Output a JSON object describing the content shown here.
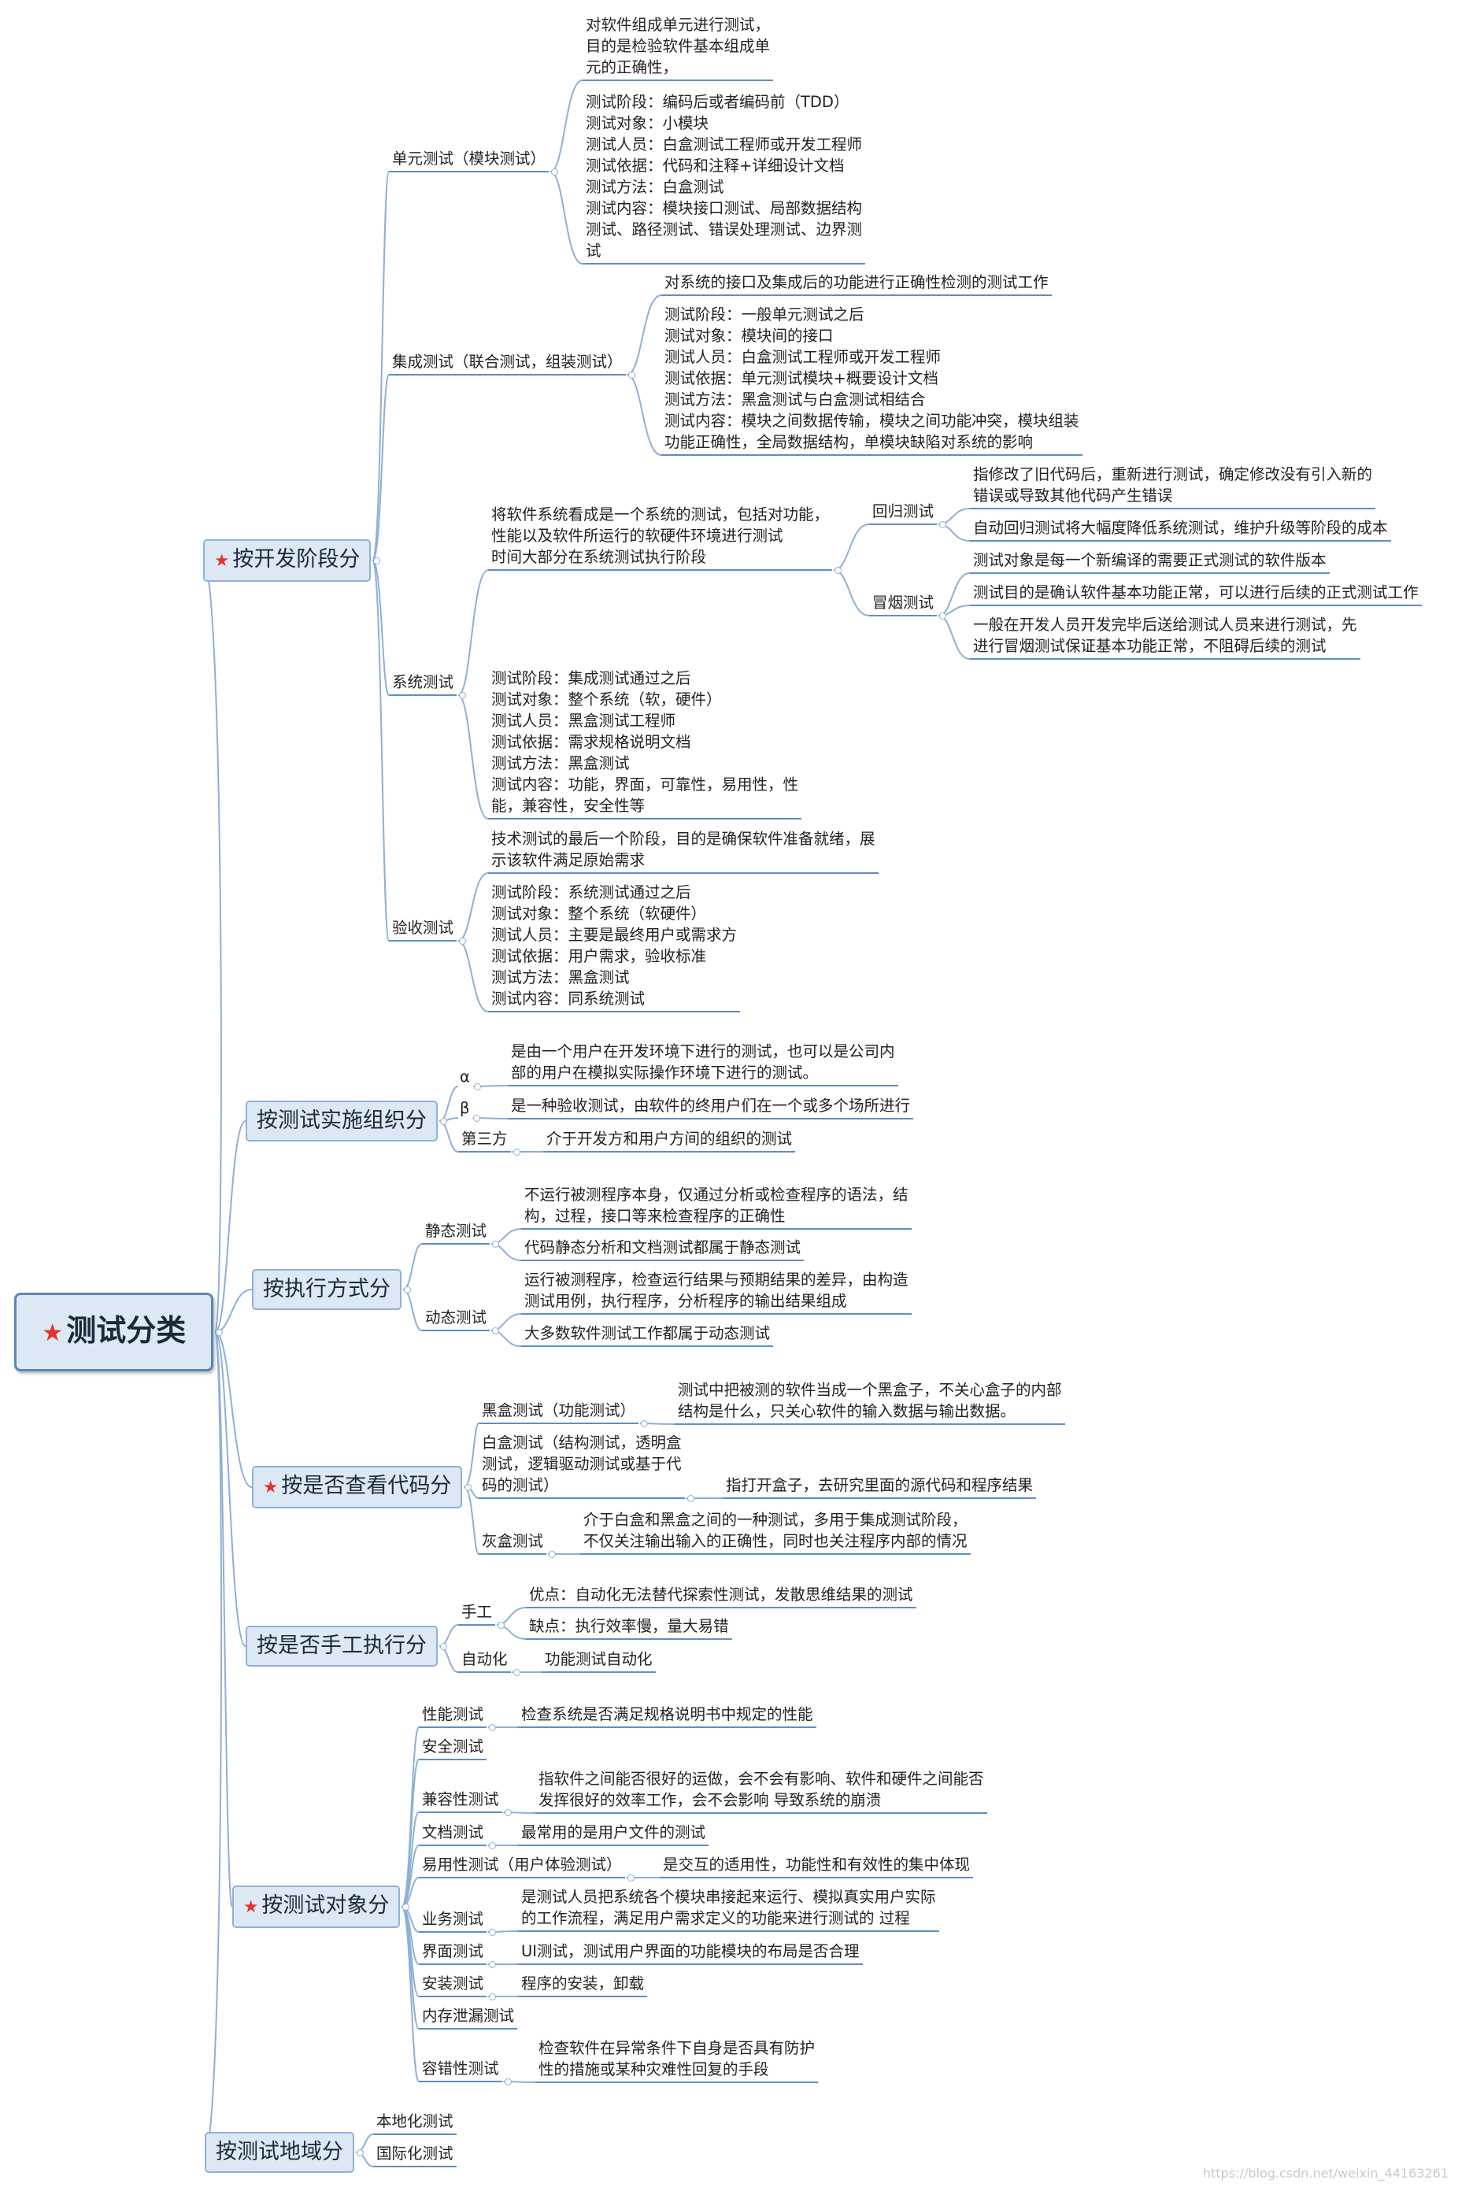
{
  "root": "测试分类",
  "branches": [
    "按开发阶段分",
    "按测试实施组织分",
    "按执行方式分",
    "按是否查看代码分",
    "按是否手工执行分",
    "按测试对象分",
    "按测试地域分"
  ],
  "dev": {
    "unit": {
      "name": "单元测试（模块测试）",
      "goal": "对软件组成单元进行测试，\n目的是检验软件基本组成单\n元的正确性，",
      "detail": "测试阶段：编码后或者编码前（TDD）\n测试对象：小模块\n测试人员：白盒测试工程师或开发工程师\n测试依据：代码和注释+详细设计文档\n测试方法：白盒测试\n测试内容：模块接口测试、局部数据结构\n测试、路径测试、错误处理测试、边界测\n试"
    },
    "integration": {
      "name": "集成测试（联合测试，组装测试）",
      "goal": "对系统的接口及集成后的功能进行正确性检测的测试工作",
      "detail": "测试阶段：一般单元测试之后\n测试对象：模块间的接口\n测试人员：白盒测试工程师或开发工程师\n测试依据：单元测试模块+概要设计文档\n测试方法：黑盒测试与白盒测试相结合\n测试内容：模块之间数据传输，模块之间功能冲突，模块组装\n功能正确性，全局数据结构，单模块缺陷对系统的影响"
    },
    "system": {
      "name": "系统测试",
      "goal": "将软件系统看成是一个系统的测试，包括对功能，\n性能以及软件所运行的软硬件环境进行测试\n时间大部分在系统测试执行阶段",
      "detail": "测试阶段：集成测试通过之后\n测试对象：整个系统（软，硬件）\n测试人员：黑盒测试工程师\n测试依据：需求规格说明文档\n测试方法：黑盒测试\n测试内容：功能，界面，可靠性，易用性，性\n能，兼容性，安全性等",
      "regression": {
        "name": "回归测试",
        "d1": "指修改了旧代码后，重新进行测试，确定修改没有引入新的\n错误或导致其他代码产生错误",
        "d2": "自动回归测试将大幅度降低系统测试，维护升级等阶段的成本"
      },
      "smoke": {
        "name": "冒烟测试",
        "d1": "测试对象是每一个新编译的需要正式测试的软件版本",
        "d2": "测试目的是确认软件基本功能正常，可以进行后续的正式测试工作",
        "d3": "一般在开发人员开发完毕后送给测试人员来进行测试，先\n进行冒烟测试保证基本功能正常，不阻碍后续的测试"
      }
    },
    "acceptance": {
      "name": "验收测试",
      "goal": "技术测试的最后一个阶段，目的是确保软件准备就绪，展\n示该软件满足原始需求",
      "detail": "测试阶段：系统测试通过之后\n测试对象：整个系统（软硬件）\n测试人员：主要是最终用户或需求方\n测试依据：用户需求，验收标准\n测试方法：黑盒测试\n测试内容：同系统测试"
    }
  },
  "org": {
    "alpha": {
      "name": "α",
      "desc": "是由一个用户在开发环境下进行的测试，也可以是公司内\n部的用户在模拟实际操作环境下进行的测试。"
    },
    "beta": {
      "name": "β",
      "desc": "是一种验收测试，由软件的终用户们在一个或多个场所进行"
    },
    "third": {
      "name": "第三方",
      "desc": "介于开发方和用户方间的组织的测试"
    }
  },
  "exec": {
    "static": {
      "name": "静态测试",
      "d1": "不运行被测程序本身，仅通过分析或检查程序的语法，结\n构，过程，接口等来检查程序的正确性",
      "d2": "代码静态分析和文档测试都属于静态测试"
    },
    "dynamic": {
      "name": "动态测试",
      "d1": "运行被测程序，检查运行结果与预期结果的差异，由构造\n测试用例，执行程序，分析程序的输出结果组成",
      "d2": "大多数软件测试工作都属于动态测试"
    }
  },
  "code": {
    "black": {
      "name": "黑盒测试（功能测试）",
      "desc": "测试中把被测的软件当成一个黑盒子，不关心盒子的内部\n结构是什么，只关心软件的输入数据与输出数据。"
    },
    "white": {
      "name": "白盒测试（结构测试，透明盒\n测试，逻辑驱动测试或基于代\n码的测试）",
      "desc": "指打开盒子，去研究里面的源代码和程序结果"
    },
    "gray": {
      "name": "灰盒测试",
      "desc": "介于白盒和黑盒之间的一种测试，多用于集成测试阶段，\n不仅关注输出输入的正确性，同时也关注程序内部的情况"
    }
  },
  "manual": {
    "manual": {
      "name": "手工",
      "pro": "优点：自动化无法替代探索性测试，发散思维结果的测试",
      "con": "缺点：执行效率慢，量大易错"
    },
    "auto": {
      "name": "自动化",
      "desc": "功能测试自动化"
    }
  },
  "object": [
    {
      "name": "性能测试",
      "desc": "检查系统是否满足规格说明书中规定的性能"
    },
    {
      "name": "安全测试",
      "desc": ""
    },
    {
      "name": "兼容性测试",
      "desc": "指软件之间能否很好的运做，会不会有影响、软件和硬件之间能否\n发挥很好的效率工作，会不会影响 导致系统的崩溃"
    },
    {
      "name": "文档测试",
      "desc": "最常用的是用户文件的测试"
    },
    {
      "name": "易用性测试（用户体验测试）",
      "desc": "是交互的适用性，功能性和有效性的集中体现"
    },
    {
      "name": "业务测试",
      "desc": "是测试人员把系统各个模块串接起来运行、模拟真实用户实际\n的工作流程，满足用户需求定义的功能来进行测试的 过程"
    },
    {
      "name": "界面测试",
      "desc": "UI测试，测试用户界面的功能模块的布局是否合理"
    },
    {
      "name": "安装测试",
      "desc": "程序的安装，卸载"
    },
    {
      "name": "内存泄漏测试",
      "desc": ""
    },
    {
      "name": "容错性测试",
      "desc": "检查软件在异常条件下自身是否具有防护\n性的措施或某种灾难性回复的手段"
    }
  ],
  "region": [
    "本地化测试",
    "国际化测试"
  ],
  "watermark": "https://blog.csdn.net/weixin_44163261",
  "colors": {
    "line": "#8fb0d4",
    "underline": "#5b8fc7",
    "box_fill": "#dde8f5",
    "box_border": "#5b86b8",
    "star": "#e2332e"
  }
}
